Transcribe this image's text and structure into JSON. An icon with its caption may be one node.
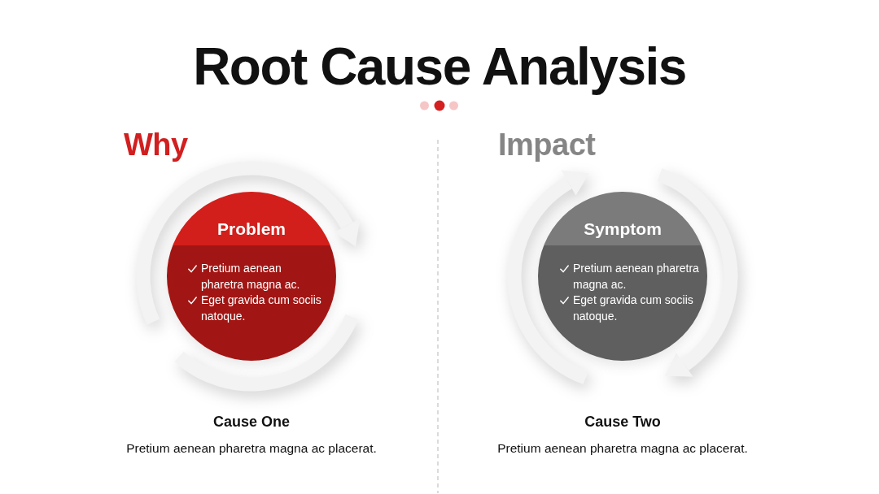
{
  "diagram": {
    "title": "Root Cause Analysis",
    "nodes": [
      {
        "text": [
          "Problem",
          "Pretium aenean pharetra magna ac.",
          "Eget gravida cum sociis natoque."
        ],
        "beside": [
          "Cause One",
          "Pretium aenean pharetra magna ac placerat."
        ]
      },
      {
        "text": [
          "Symptom",
          "Pretium aenean pharetra magna ac.",
          "Eget gravida cum sociis natoque."
        ],
        "beside": [
          "Cause Two",
          "Pretium aenean pharetra magna ac placerat."
        ]
      }
    ],
    "labels": [
      "Why",
      "Impact"
    ]
  }
}
